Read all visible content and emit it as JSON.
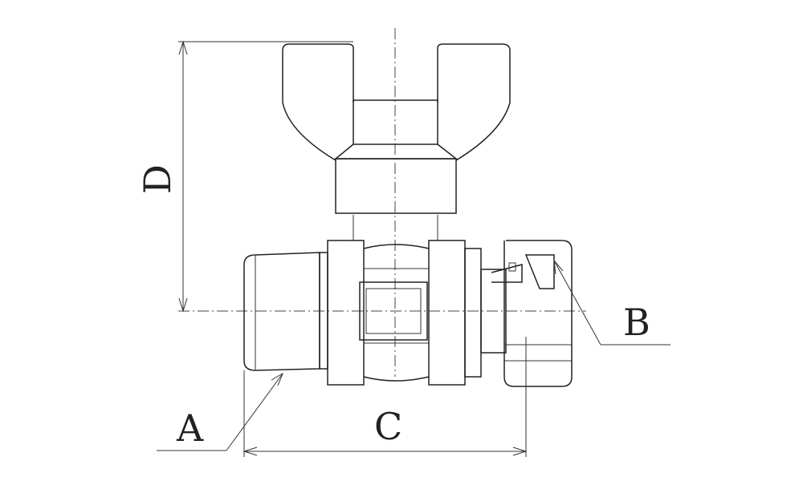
{
  "labels": {
    "a": "A",
    "b": "B",
    "c": "C",
    "d": "D"
  },
  "colors": {
    "line": "#222222",
    "background": "#ffffff"
  }
}
